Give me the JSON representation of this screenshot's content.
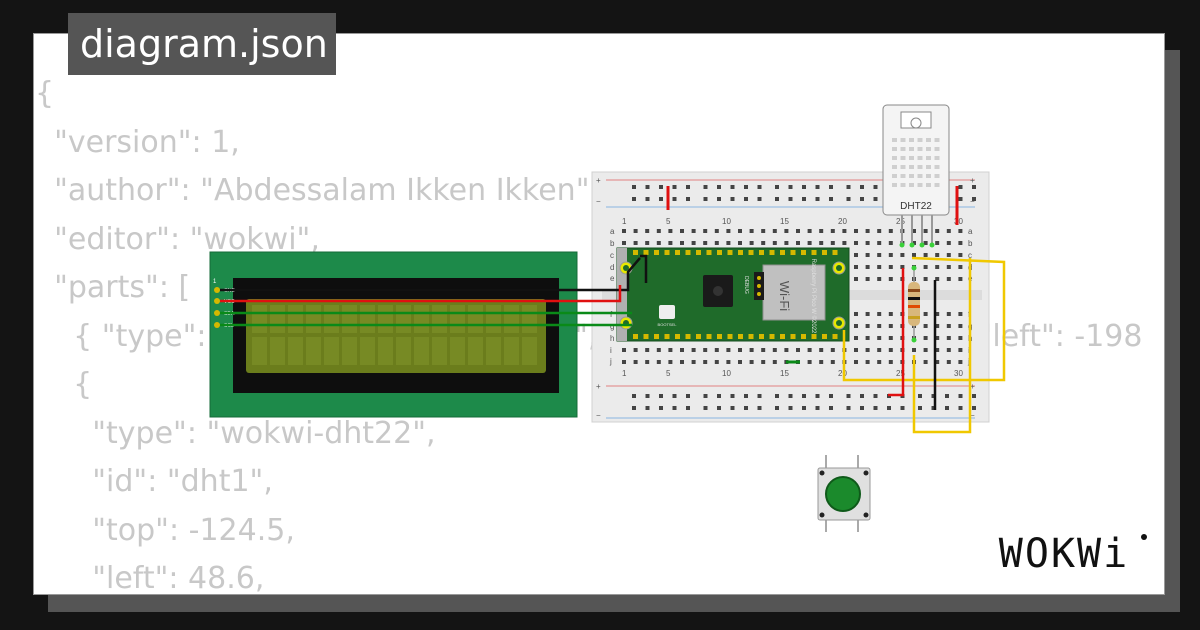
{
  "tab": {
    "title": "diagram.json"
  },
  "code_lines": [
    "{",
    "  \"version\": 1,",
    "  \"author\": \"Abdessalam Ikken Ikken\",",
    "  \"editor\": \"wokwi\",",
    "  \"parts\": [",
    "    { \"type\": \"wokwi-breadboard-half\", \"id\": \"bb1\", \"top\": -19.8, \"left\": -198",
    "    {",
    "      \"type\": \"wokwi-dht22\",",
    "      \"id\": \"dht1\",",
    "      \"top\": -124.5,",
    "      \"left\": 48.6,"
  ],
  "parts": {
    "dht22_label": "DHT22",
    "lcd_pins": [
      "GND",
      "VCC",
      "SDA",
      "SCL"
    ],
    "lcd_pin_one": "1",
    "pico_name": "Raspberry Pi Pico W ©2022",
    "pico_wifi": "Wi-Fi",
    "pico_debug": "DEBUG",
    "pico_bootsel": "BOOTSEL"
  },
  "breadboard": {
    "col_labels": [
      "1",
      "5",
      "10",
      "15",
      "20",
      "25",
      "30"
    ],
    "row_labels_top": [
      "a",
      "b",
      "c",
      "d",
      "e"
    ],
    "row_labels_bottom": [
      "f",
      "g",
      "h",
      "i",
      "j"
    ],
    "rail_plus": "+",
    "rail_minus": "−"
  },
  "brand": {
    "logo": "WOKWi"
  },
  "colors": {
    "background": "#141414",
    "tab": "#555555",
    "code": "#c8c8c8",
    "lcd_pcb": "#1d8a4a",
    "lcd_screen": "#6b7d1c",
    "pico_pcb": "#1f6b2a",
    "breadboard": "#ebebeb",
    "wire_red": "#e01010",
    "wire_black": "#111111",
    "wire_green": "#0a8a18",
    "wire_yellow": "#f0c800"
  }
}
